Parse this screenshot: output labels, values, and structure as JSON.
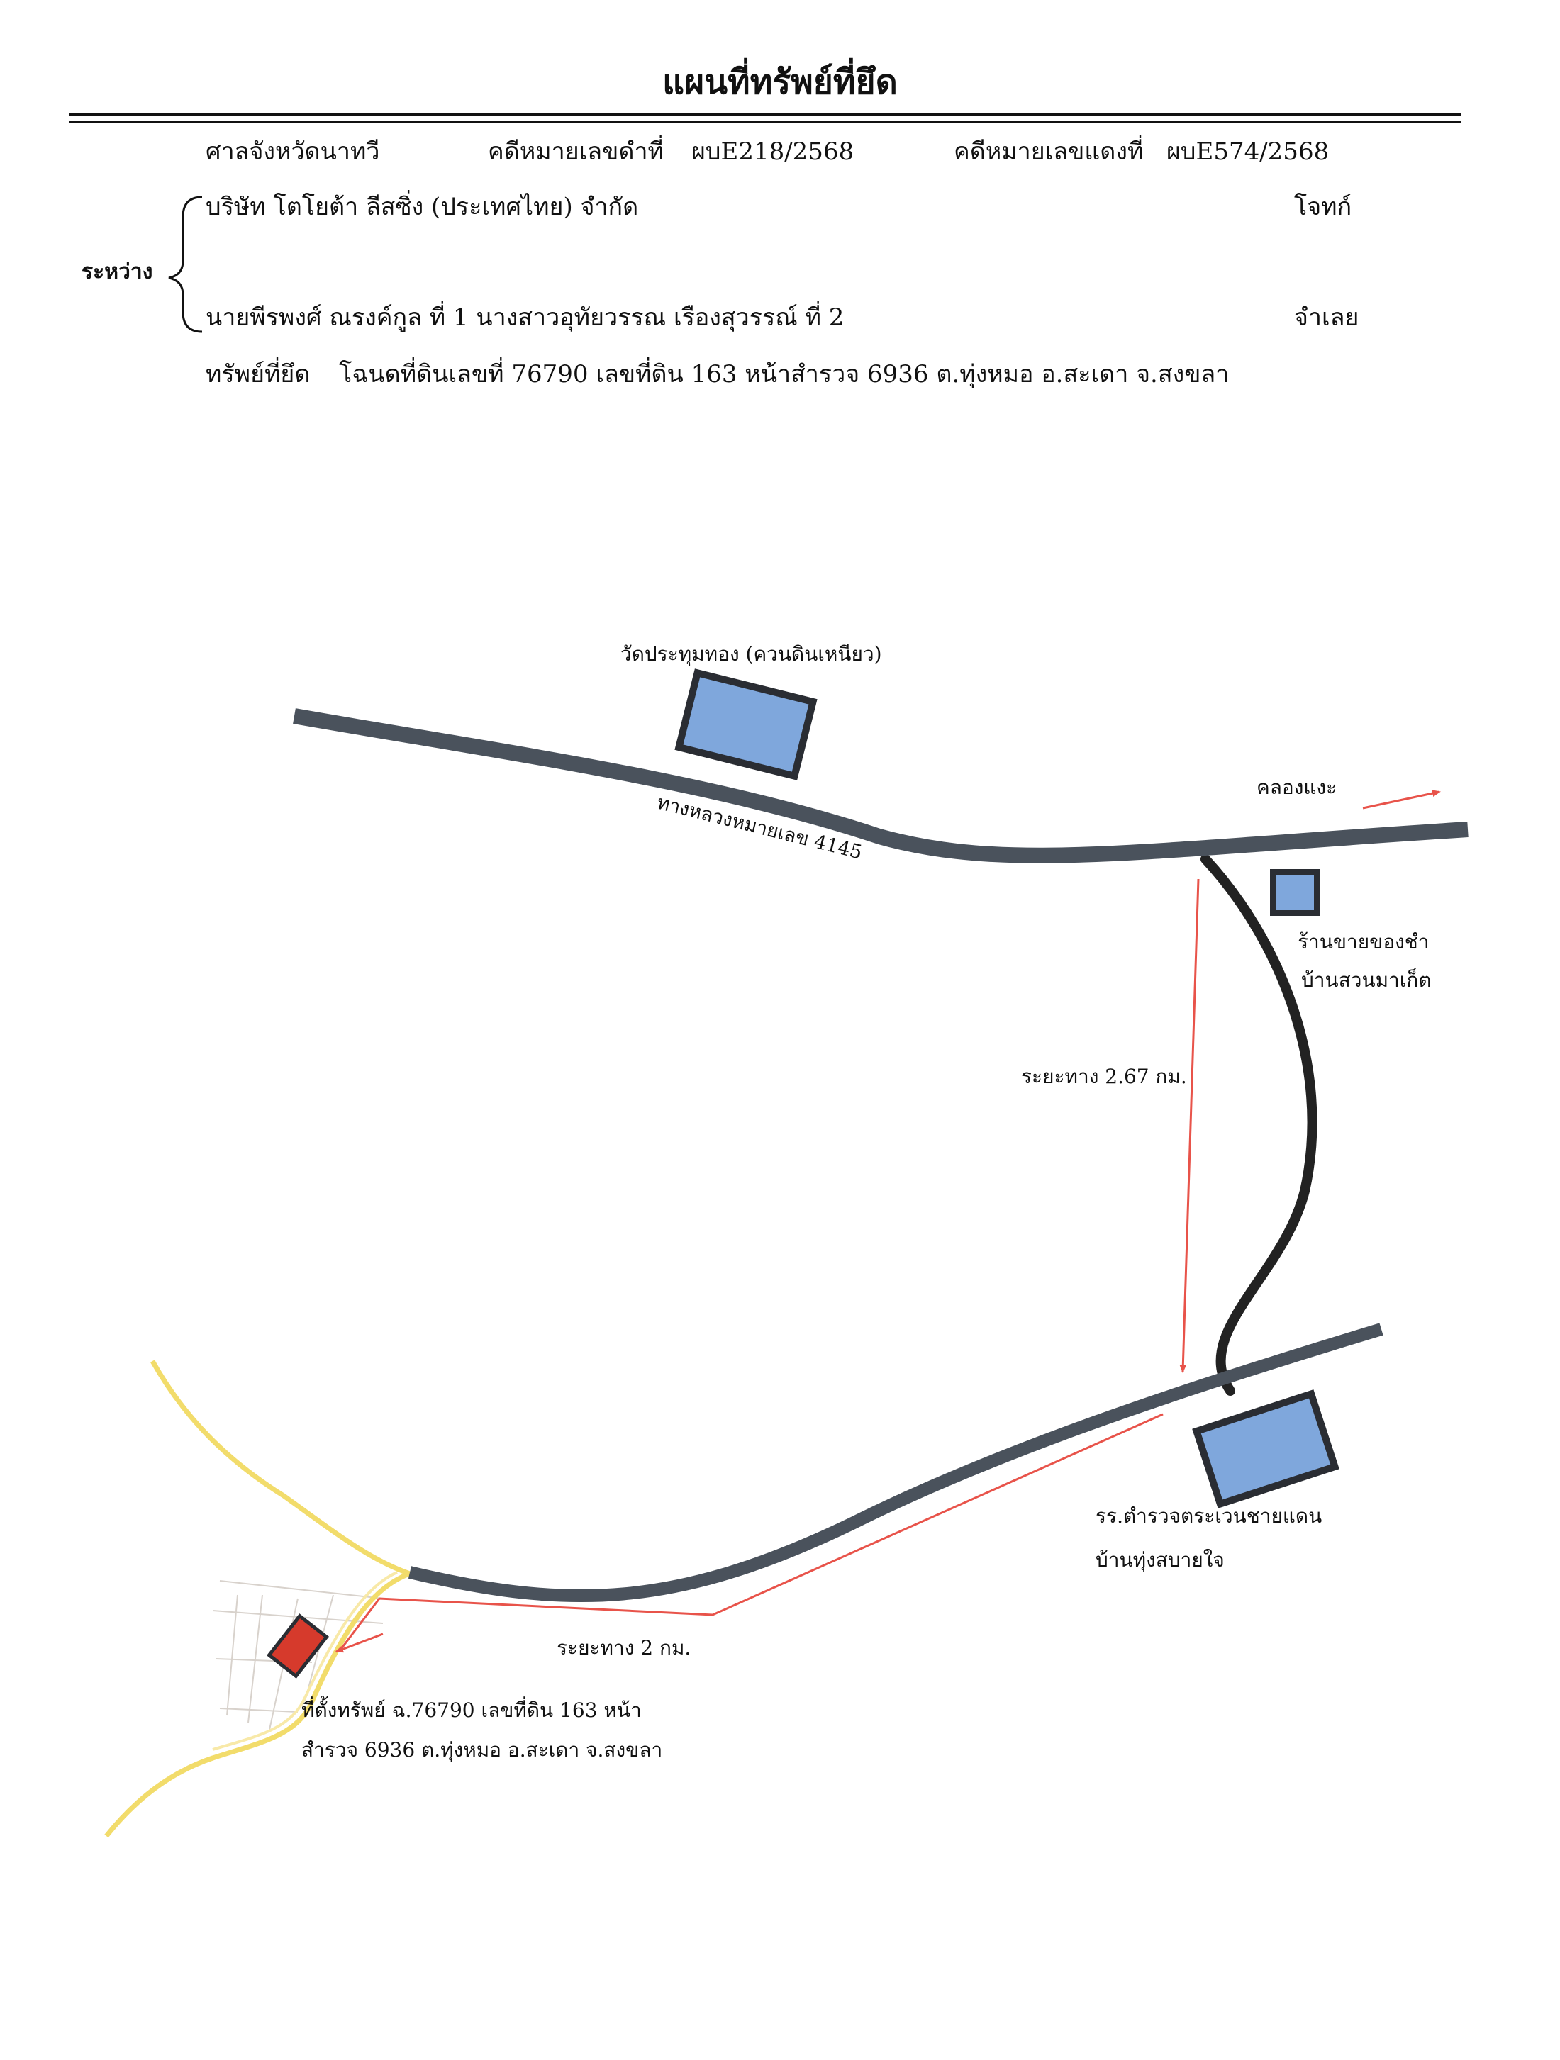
{
  "header": {
    "title": "แผนที่ทรัพย์ที่ยึด",
    "court": "ศาลจังหวัดนาทวี",
    "black_case_label": "คดีหมายเลขดำที่",
    "black_case_no": "ผบE218/2568",
    "red_case_label": "คดีหมายเลขแดงที่",
    "red_case_no": "ผบE574/2568",
    "between_label": "ระหว่าง",
    "plaintiff": "บริษัท โตโยต้า ลีสซิ่ง (ประเทศไทย) จำกัด",
    "plaintiff_role": "โจทก์",
    "defendants": "นายพีรพงศ์ ณรงค์กูล ที่ 1 นางสาวอุทัยวรรณ เรืองสุวรรณ์ ที่ 2",
    "defendant_role": "จำเลย",
    "property_label": "ทรัพย์ที่ยึด",
    "property_desc": "โฉนดที่ดินเลขที่ 76790 เลขที่ดิน 163 หน้าสำรวจ 6936 ต.ทุ่งหมอ อ.สะเดา จ.สงขลา"
  },
  "map": {
    "labels": {
      "temple": "วัดประทุมทอง (ควนดินเหนียว)",
      "highway": "ทางหลวงหมายเลข 4145",
      "direction": "คลองแงะ",
      "shop_line1": "ร้านขายของชำ",
      "shop_line2": "บ้านสวนมาเก็ต",
      "distance_1": "ระยะทาง 2.67 กม.",
      "school_line1": "รร.ตำรวจตระเวนชายแดน",
      "school_line2": "บ้านทุ่งสบายใจ",
      "distance_2": "ระยะทาง 2 กม.",
      "property_line1": "ที่ตั้งทรัพย์ ฉ.76790 เลขที่ดิน 163 หน้า",
      "property_line2": "สำรวจ 6936 ต.ทุ่งหมอ อ.สะเดา จ.สงขลา"
    },
    "colors": {
      "main_road": "#4a525c",
      "side_road": "#222222",
      "building_fill": "#7fa7dc",
      "building_stroke": "#2a2d33",
      "route_arrow": "#e8534a",
      "yellow_road": "#f2dc6b",
      "property_fill": "#d63a2c",
      "parcel_lines": "#d8d2cc"
    }
  }
}
